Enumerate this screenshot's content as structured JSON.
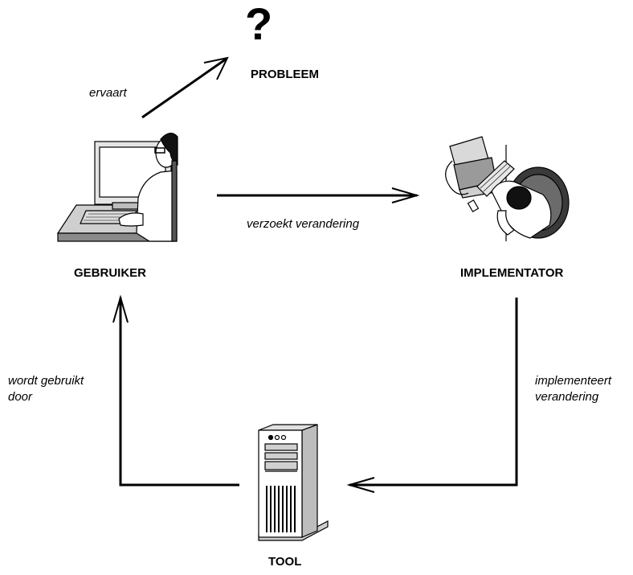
{
  "nodes": {
    "problem": {
      "symbol": "?",
      "label": "PROBLEEM"
    },
    "user": {
      "label": "GEBRUIKER"
    },
    "implementer": {
      "label": "IMPLEMENTATOR"
    },
    "tool": {
      "label": "TOOL"
    }
  },
  "edges": {
    "user_problem": {
      "label": "ervaart"
    },
    "user_implementer": {
      "label": "verzoekt verandering"
    },
    "implementer_tool": {
      "line1": "implementeert",
      "line2": "verandering"
    },
    "tool_user": {
      "line1": "wordt gebruikt",
      "line2": "door"
    }
  },
  "icons": {
    "problem": "question-mark",
    "user": "person-at-computer-icon",
    "implementer": "person-at-desk-top-view-icon",
    "tool": "server-tower-icon"
  },
  "colors": {
    "line": "#000000",
    "fill": "#ffffff",
    "shade": "#bdbdbd"
  }
}
